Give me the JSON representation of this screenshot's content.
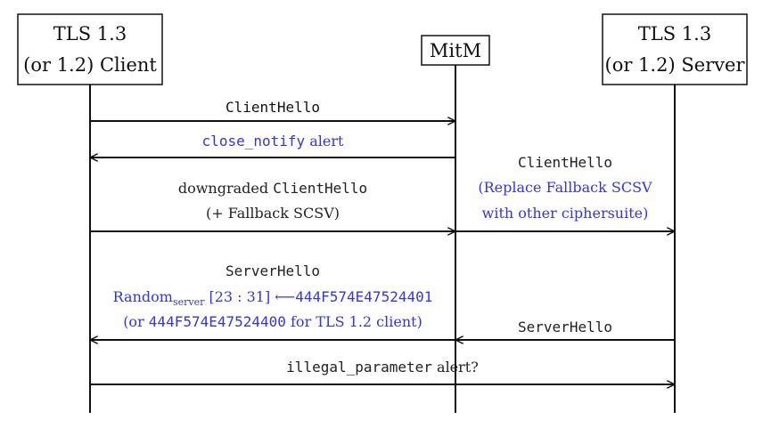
{
  "colors": {
    "ink": "#111111",
    "accent": "#3333ee"
  },
  "parties": {
    "client": {
      "line1": "TLS 1.3",
      "line2": "(or 1.2) Client"
    },
    "mitm": {
      "label": "MitM"
    },
    "server": {
      "line1": "TLS 1.3",
      "line2": "(or 1.2) Server"
    }
  },
  "messages": {
    "m1": {
      "text": "ClientHello"
    },
    "m2": {
      "mono": "close_notify",
      "rest": " alert"
    },
    "m3": {
      "line1_prefix": "downgraded ",
      "line1_mono": "ClientHello",
      "line2": "(+ Fallback SCSV)"
    },
    "m4": {
      "line1": "ClientHello",
      "line2": "(Replace Fallback SCSV",
      "line3": "with other ciphersuite)"
    },
    "m5": {
      "line1": "ServerHello",
      "line2_random": "Random",
      "line2_sub": "server",
      "line2_range": " [23 : 31] ",
      "line2_arrow": "⟵",
      "line2_value": "444F574E47524401",
      "line3_open": "(or ",
      "line3_value": "444F574E47524400",
      "line3_rest": " for TLS 1.2 client)"
    },
    "m6": {
      "text": "ServerHello"
    },
    "m7": {
      "mono": "illegal_parameter",
      "rest": " alert?"
    }
  }
}
